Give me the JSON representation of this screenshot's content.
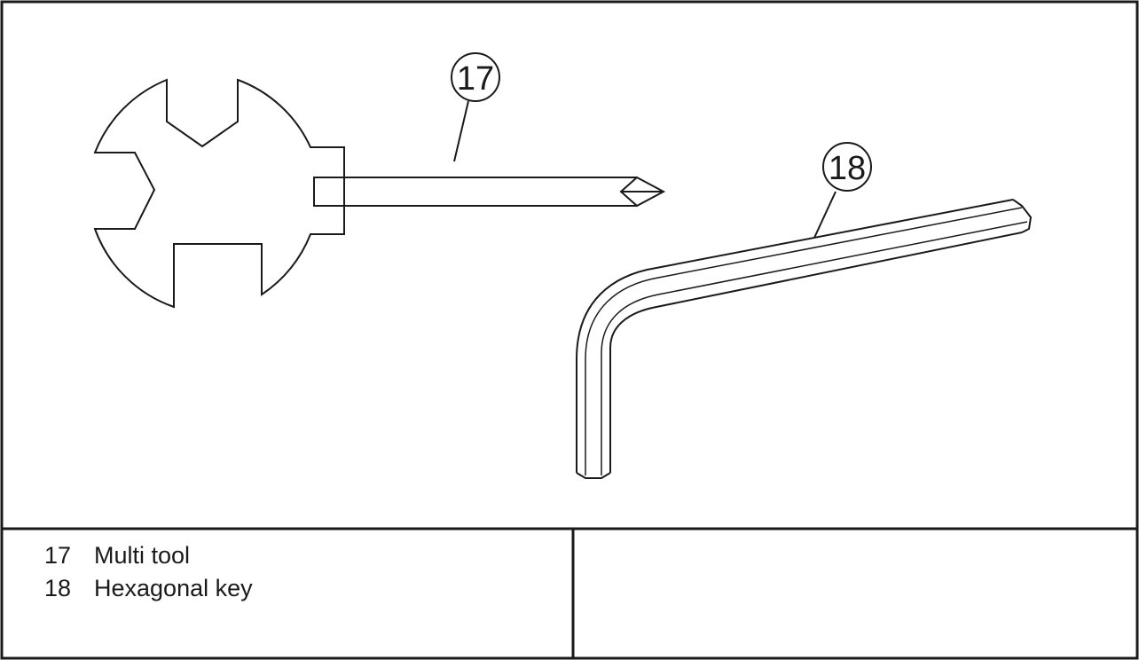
{
  "callouts": {
    "multi_tool": "17",
    "hex_key": "18"
  },
  "legend": {
    "items": [
      {
        "number": "17",
        "label": "Multi tool"
      },
      {
        "number": "18",
        "label": "Hexagonal key"
      }
    ]
  },
  "colors": {
    "line": "#1a1a1a",
    "background": "#ffffff"
  }
}
